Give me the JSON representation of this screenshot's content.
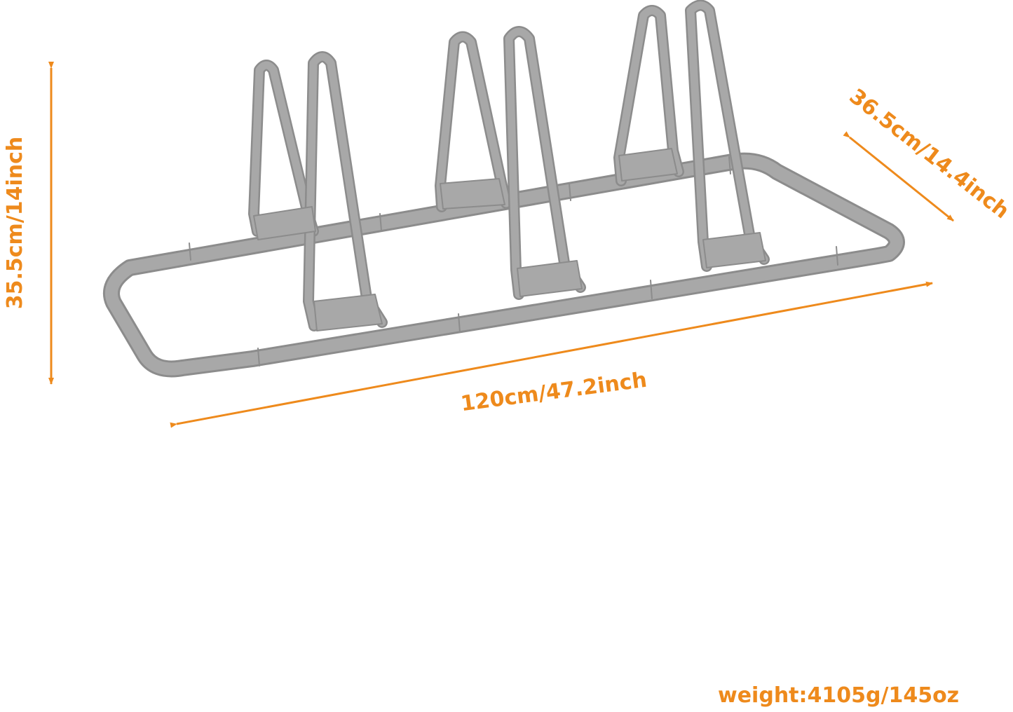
{
  "dimensions": {
    "height": "35.5cm/14inch",
    "length": "120cm/47.2inch",
    "depth": "36.5cm/14.4inch",
    "weight": "weight:4105g/145oz"
  },
  "colors": {
    "accent": "#ee8a1c",
    "frame_fill": "#a8a8a8",
    "frame_stroke": "#8c8c8c",
    "background": "#ffffff"
  }
}
